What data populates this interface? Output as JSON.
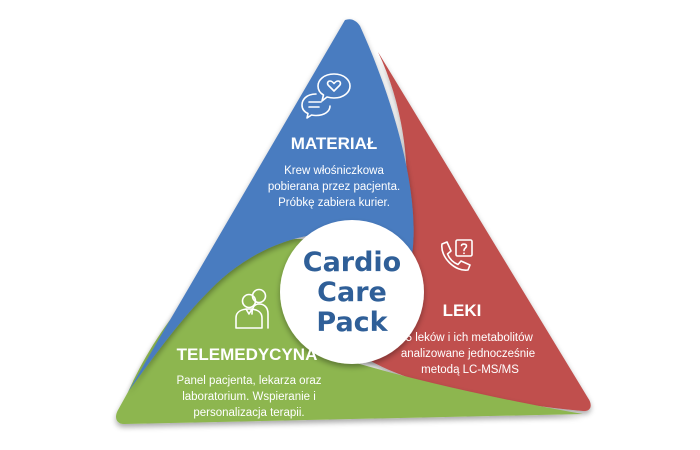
{
  "center": {
    "lines": [
      "Cardio",
      "Care",
      "Pack"
    ]
  },
  "segments": {
    "material": {
      "title": "MATERIAŁ",
      "lines": [
        "Krew włośniczkowa",
        "pobierana przez pacjenta.",
        "Próbkę zabiera kurier."
      ],
      "icon": "chat-heart-icon"
    },
    "leki": {
      "title": "LEKI",
      "lines": [
        "15 leków i ich metabolitów",
        "analizowane jednocześnie",
        "metodą LC-MS/MS"
      ],
      "icon": "phone-question-icon"
    },
    "telemedycyna": {
      "title": "TELEMEDYCYNA",
      "lines": [
        "Panel pacjenta, lekarza oraz",
        "laboratorium. Wspieranie i",
        "personalizacja terapii."
      ],
      "icon": "people-icon"
    }
  },
  "colors": {
    "blue": "#4a7cc0",
    "red": "#c0504d",
    "green": "#8db650",
    "center_text": "#2f5f98"
  }
}
